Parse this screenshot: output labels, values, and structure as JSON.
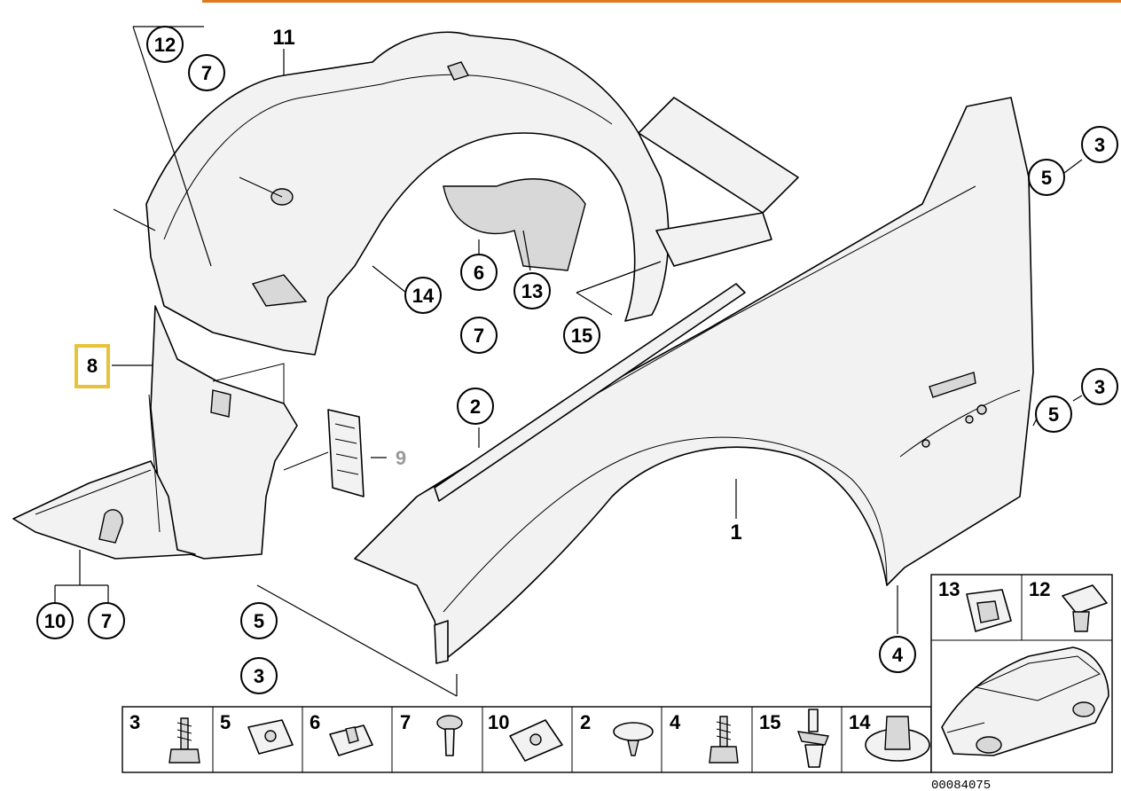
{
  "callouts": {
    "c1": "1",
    "c2": "2",
    "c3a": "3",
    "c3b": "3",
    "c3c": "3",
    "c4": "4",
    "c5a": "5",
    "c5b": "5",
    "c5c": "5",
    "c6": "6",
    "c7a": "7",
    "c7b": "7",
    "c7c": "7",
    "c8": "8",
    "c9": "9",
    "c10": "10",
    "c11": "11",
    "c12": "12",
    "c13": "13",
    "c14": "14",
    "c15": "15"
  },
  "fastener_row": [
    "3",
    "5",
    "6",
    "7",
    "10",
    "2",
    "4",
    "15",
    "14"
  ],
  "clip_panel": {
    "left": "13",
    "right": "12"
  },
  "diagram_id": "00084075",
  "colors": {
    "accent_line": "#e07a1f",
    "highlight_box": "#e8c23a",
    "faded_label": "#9a9a9a"
  }
}
